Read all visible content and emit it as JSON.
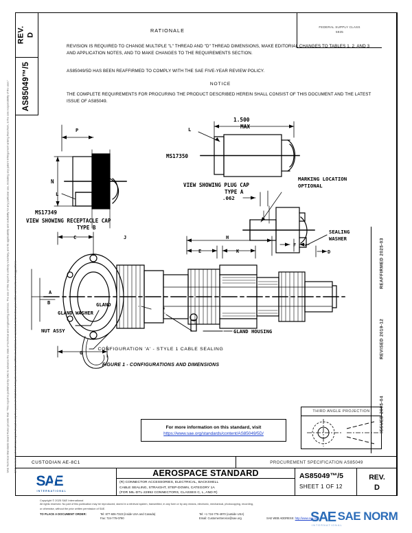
{
  "header": {
    "rev_stub_label": "REV.",
    "rev_stub_value": "D",
    "doc_stub_value": "AS85049™/5",
    "fsc_line1": "FEDERAL SUPPLY CLASS",
    "fsc_line2": "5935"
  },
  "rationale": {
    "title": "RATIONALE",
    "paragraph1": "REVISION IS REQUIRED TO CHANGE MULTIPLE \"L\" THREAD AND \"D\" THREAD DIMENSIONS, MAKE EDITORIAL CHANGES TO TABLES 1, 2, AND 3 AND APPLICATION NOTES, AND TO MAKE CHANGES TO THE REQUIREMENTS SECTION.",
    "paragraph2": "AS85049/5D HAS BEEN REAFFIRMED TO COMPLY WITH THE SAE FIVE-YEAR REVIEW POLICY.",
    "notice_title": "NOTICE",
    "paragraph3": "THE COMPLETE REQUIREMENTS FOR PROCURING THE PRODUCT DESCRIBED HEREIN SHALL CONSIST OF THIS DOCUMENT AND THE LATEST ISSUE OF AS85049."
  },
  "drawing": {
    "plug_cap": {
      "dim_value": "1.500",
      "dim_max": "MAX",
      "leader_l": "L",
      "part_number": "MS17350",
      "caption_line1": "VIEW SHOWING PLUG CAP",
      "caption_line2": "TYPE A"
    },
    "receptacle_cap": {
      "leader_n": "N",
      "leader_l": "L",
      "part_number": "MS17349",
      "caption_line1": "VIEW SHOWING RECEPTACLE CAP",
      "caption_line2": "TYPE B"
    },
    "marking": {
      "dim_062": ".062",
      "label_line1": "MARKING LOCATION",
      "label_line2": "OPTIONAL"
    },
    "callouts": {
      "sealing_washer_l1": "SEALING",
      "sealing_washer_l2": "WASHER",
      "gland": "GLAND",
      "gland_washer": "GLAND WASHER",
      "nut_assy": "NUT ASSY",
      "gland_housing": "GLAND HOUSING"
    },
    "dim_letters": [
      "P",
      "N",
      "L",
      "C",
      "D",
      "B",
      "A",
      "H",
      "E",
      "K",
      "J",
      "F",
      "D",
      "G"
    ],
    "config_caption": "CONFIGURATION 'A' - STYLE 1 CABLE SEALING",
    "figure_caption": "FIGURE 1 - CONFIGURATIONS AND DIMENSIONS"
  },
  "info_box": {
    "line1": "For more information on this standard, visit",
    "link": "https://www.sae.org/standards/content/AS85049/5D/"
  },
  "projection": {
    "title": "THIRD ANGLE PROJECTION"
  },
  "dates": {
    "issued": "ISSUED 2005-04",
    "revised": "REVISED 2019-12",
    "reaffirmed": "REAFFIRMED 2025-03"
  },
  "legal_vertical": {
    "line1": "SAE Technical Standards Board Rules provide that: “This report is published by SAE to advance the state of technical and engineering sciences. The use of this report is entirely voluntary, and its applicability and suitability for any particular use, including any patent infringement arising therefrom, is the sole responsibility of the user.”",
    "line2": "SAE reviews each technical report at least every five years at which time it may be revised, reaffirmed, stabilized, or cancelled. SAE invites your written comments and suggestions."
  },
  "title_block": {
    "custodian": "CUSTODIAN AE-8C1",
    "procurement": "PROCUREMENT SPECIFICATION AS85049",
    "standard_title": "AEROSPACE STANDARD",
    "desc_line1": "(R) CONNECTOR ACCESSORIES, ELECTRICAL, BACKSHELL",
    "desc_line2": "CABLE SEALING, STRAIGHT, STEP-DOWN, CATEGORY 1A",
    "desc_line3": "(FOR MIL-DTL-22992 CONNECTORS, CLASSES C, L, AND R)",
    "doc_number": "AS85049™/5",
    "sheet": "SHEET 1 OF 12",
    "rev_label": "REV.",
    "rev_value": "D",
    "logo_text": "SAE",
    "logo_sub": "INTERNATIONAL"
  },
  "footer": {
    "copyright": "Copyright © 2025 SAE International",
    "rights_line1": "All rights reserved. No part of this publication may be reproduced, stored in a retrieval system, transmitted, in any form or by any means, electronic, mechanical, photocopying, recording,",
    "rights_line2": "or otherwise, without the prior written permission of SAE.",
    "order_label": "TO PLACE A DOCUMENT ORDER:",
    "tel_us": "Tel:        877-606-7323 (inside USA and Canada)",
    "fax": "Fax:   724-776-0790",
    "tel_intl": "Tel:   +1 724-776-4970 (outside USA)",
    "email": "Email: CustomerService@sae.org",
    "web_label": "SAE WEB ADDRESS:",
    "web_url": "http://www.sae.org",
    "watermark_logo": "SAE",
    "watermark_text": "SAE NORM",
    "watermark_sub": "INTERNATIONAL"
  },
  "colors": {
    "link": "#1a3fcc",
    "logo_blue": "#0b4f9e",
    "watermark_blue": "#2b6cb8",
    "line": "#000000"
  }
}
